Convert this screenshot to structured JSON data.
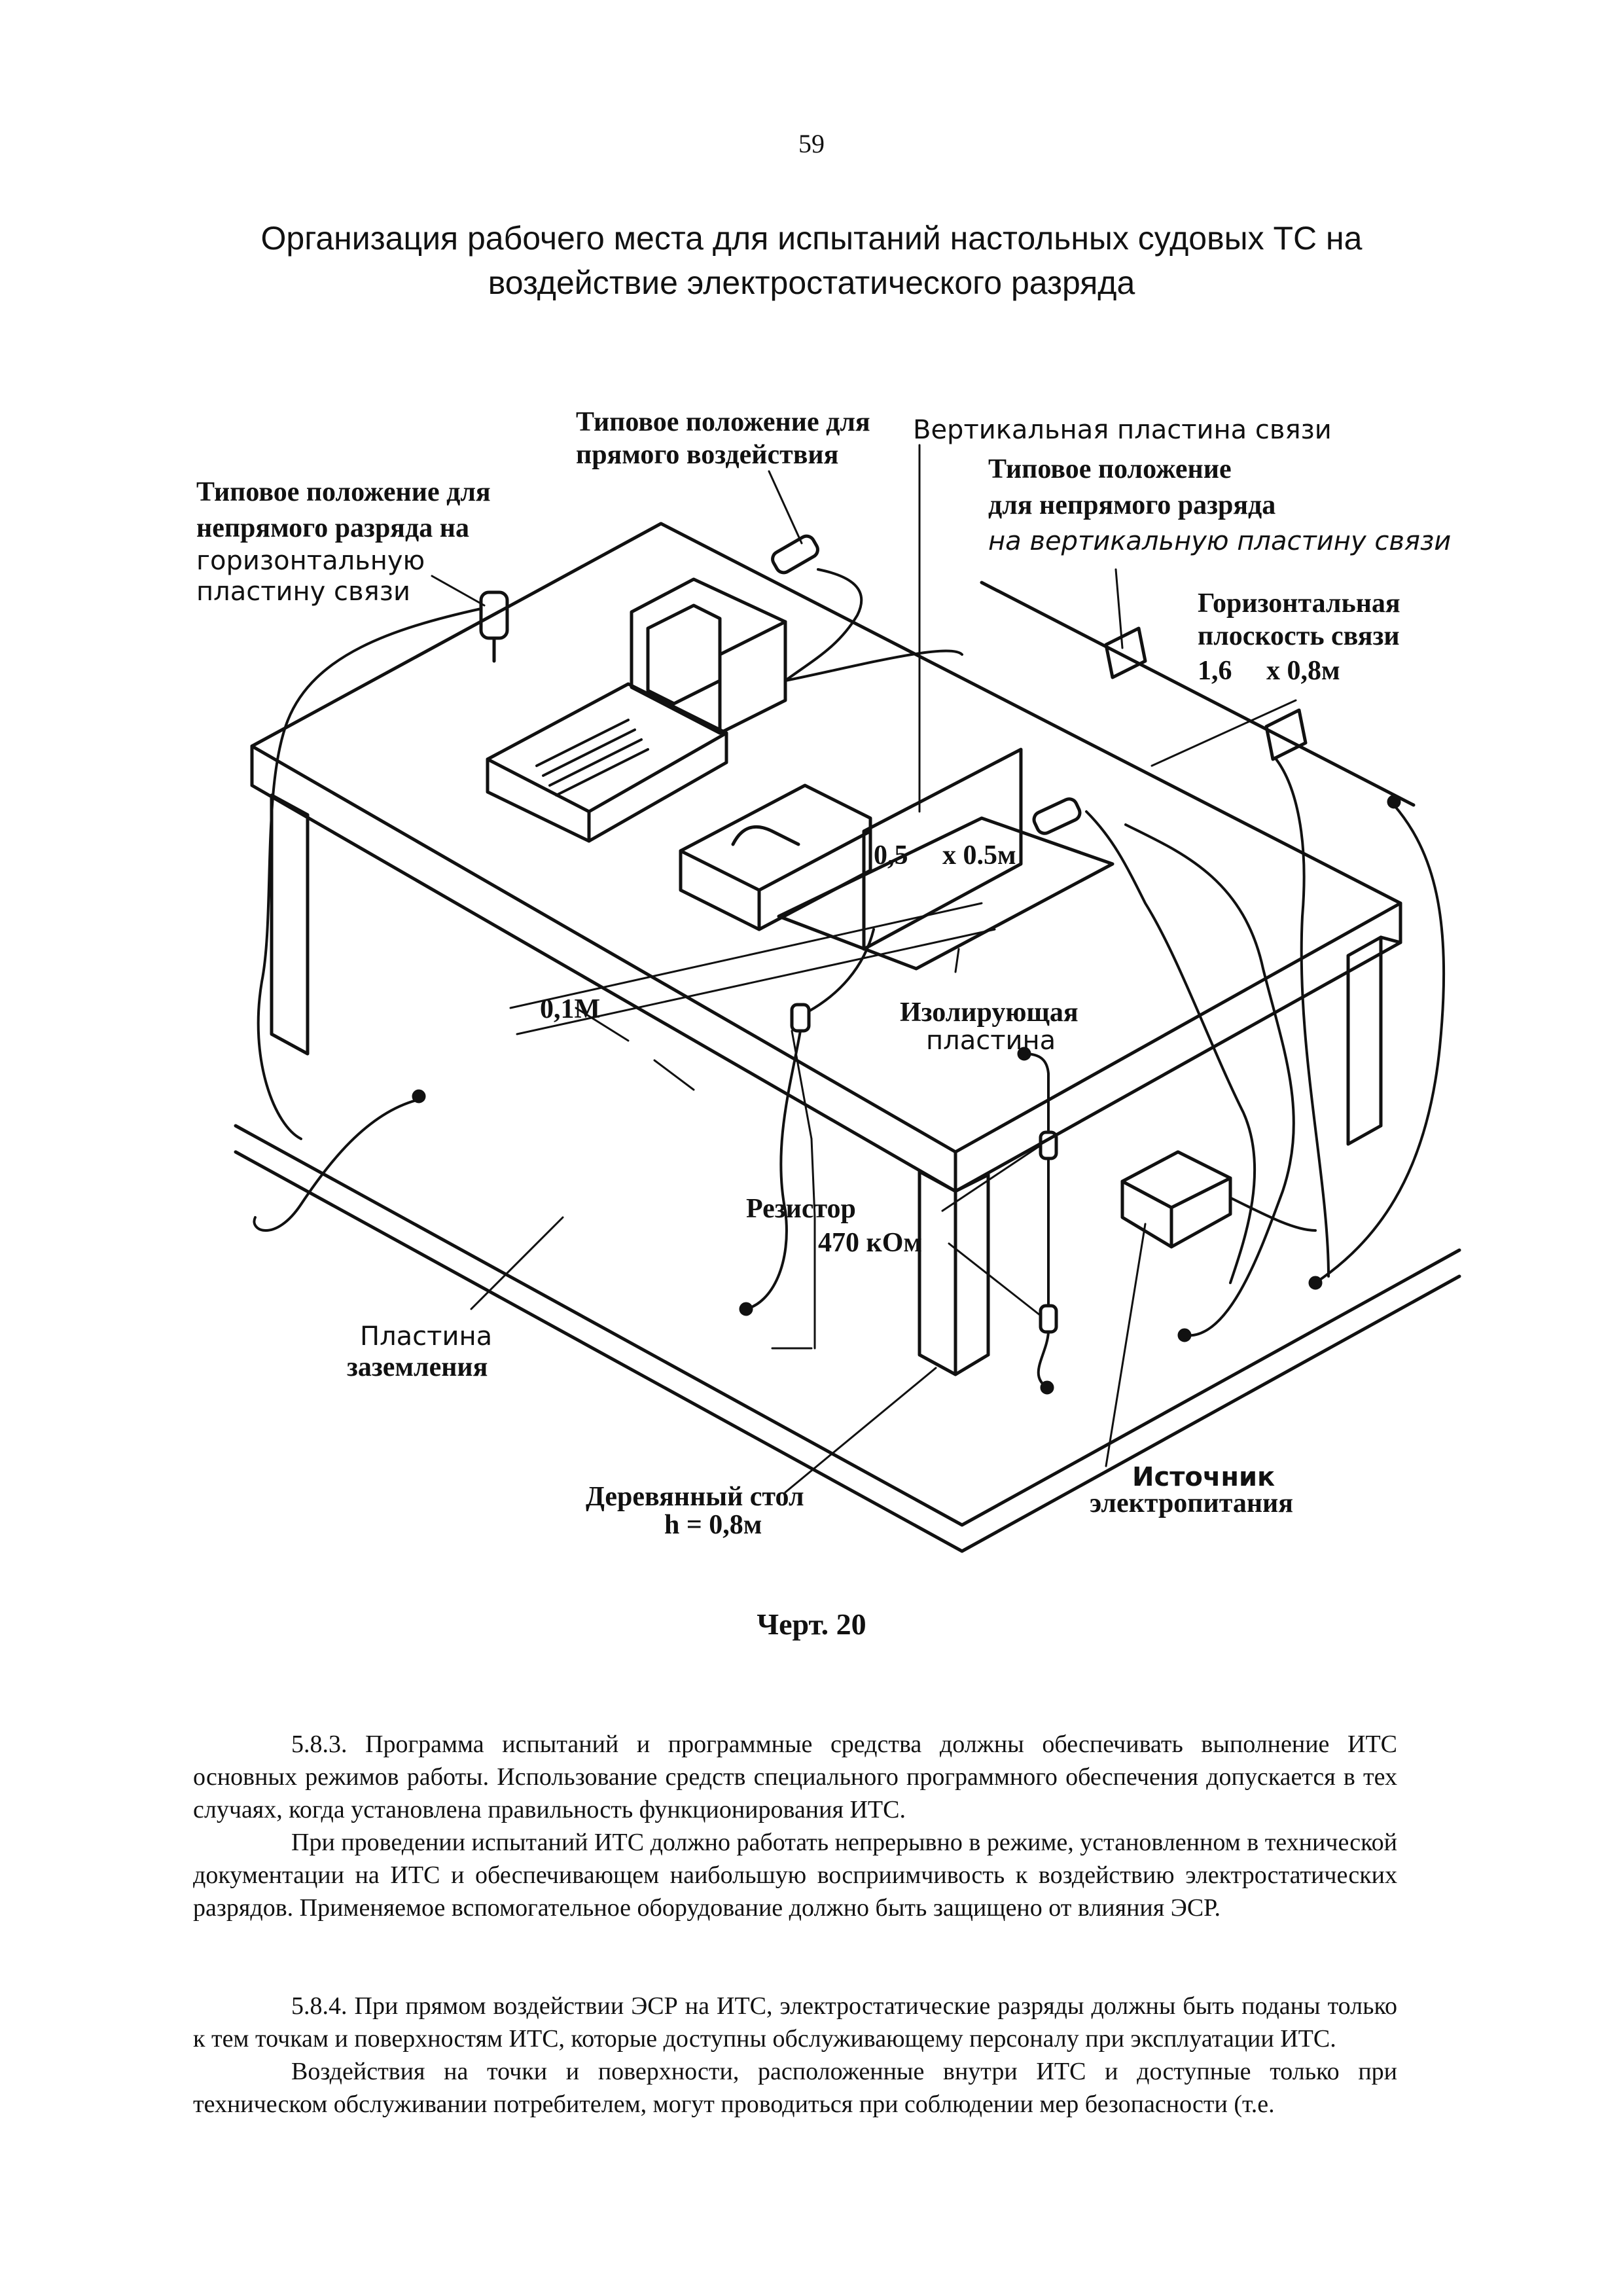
{
  "page": {
    "number": "59"
  },
  "title": {
    "line1": "Организация рабочего места для испытаний  настольных судовых ТС на",
    "line2": "воздействие электростатического разряда"
  },
  "figure": {
    "labels": {
      "direct_typ_1": "Типовое положение для",
      "direct_typ_2": "прямого воздействия",
      "vertical_plate": "Вертикальная пластина связи",
      "vert_typ_1": "Типовое положение",
      "vert_typ_2": "для непрямого разряда",
      "vert_typ_3": "на вертикальную пластину связи",
      "horiz_typ_1": "Типовое положение для",
      "horiz_typ_2": "непрямого разряда на",
      "horiz_typ_3": "горизонтальную",
      "horiz_typ_4": "пластину связи",
      "horiz_plane_1": "Горизонтальная",
      "horiz_plane_2": "плоскость связи",
      "horiz_plane_3": "1,6     х 0,8м",
      "vplate_size": "0,5     х 0.5м",
      "gap": "0,1М",
      "insulating_1": "Изолирующая",
      "insulating_2": "пластина",
      "resistor_1": "Резистор",
      "resistor_2": "470 кОм",
      "ground_1": "Пластина",
      "ground_2": "заземления",
      "table_1": "Деревянный стол",
      "table_2": "h = 0,8м",
      "power_1": "Источник",
      "power_2": "электропитания"
    },
    "caption": "Черт. 20"
  },
  "text": {
    "p1": "5.8.3. Программа испытаний и программные средства должны обеспечивать выполнение ИТС основных режимов работы. Использование средств специального программного обеспечения допускается в тех случаях, когда установлена правильность функционирования ИТС.",
    "p2": "При проведении испытаний ИТС должно работать непрерывно в режиме, установленном в технической документации на ИТС и обеспечивающем наибольшую восприимчивость к воздействию электростатических разрядов. Применяемое вспомогательное оборудование должно быть защищено от влияния ЭСР.",
    "p3": "5.8.4. При прямом воздействии ЭСР на ИТС, электростатические разряды должны быть поданы только к тем точкам и поверхностям ИТС, которые доступны обслуживающему персоналу при эксплуатации ИТС.",
    "p4": "Воздействия на точки и поверхности, расположенные внутри ИТС и доступные только при техническом обслуживании потребителем, могут проводиться при соблюдении мер безопасности (т.е."
  }
}
